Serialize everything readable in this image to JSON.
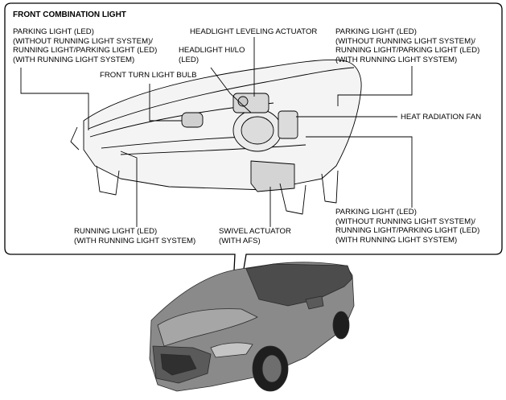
{
  "diagram": {
    "title": "FRONT COMBINATION LIGHT",
    "labels": {
      "parking_left": [
        "PARKING LIGHT (LED)",
        "(WITHOUT RUNNING LIGHT SYSTEM)/",
        "RUNNING LIGHT/PARKING LIGHT (LED)",
        "(WITH RUNNING LIGHT SYSTEM)"
      ],
      "leveling_actuator": [
        "HEADLIGHT LEVELING ACTUATOR"
      ],
      "parking_right_top": [
        "PARKING LIGHT (LED)",
        "(WITHOUT RUNNING LIGHT SYSTEM)/",
        "RUNNING LIGHT/PARKING LIGHT (LED)",
        "(WITH RUNNING LIGHT SYSTEM)"
      ],
      "headlight_hilo": [
        "HEADLIGHT HI/LO",
        "(LED)"
      ],
      "turn_bulb": [
        "FRONT TURN LIGHT BULB"
      ],
      "heat_fan": [
        "HEAT RADIATION FAN"
      ],
      "parking_right_bottom": [
        "PARKING LIGHT (LED)",
        "(WITHOUT RUNNING LIGHT SYSTEM)/",
        "RUNNING LIGHT/PARKING LIGHT (LED)",
        "(WITH RUNNING LIGHT SYSTEM)"
      ],
      "running_light": [
        "RUNNING LIGHT (LED)",
        "(WITH RUNNING LIGHT SYSTEM)"
      ],
      "swivel_actuator": [
        "SWIVEL ACTUATOR",
        "(WITH AFS)"
      ]
    }
  }
}
